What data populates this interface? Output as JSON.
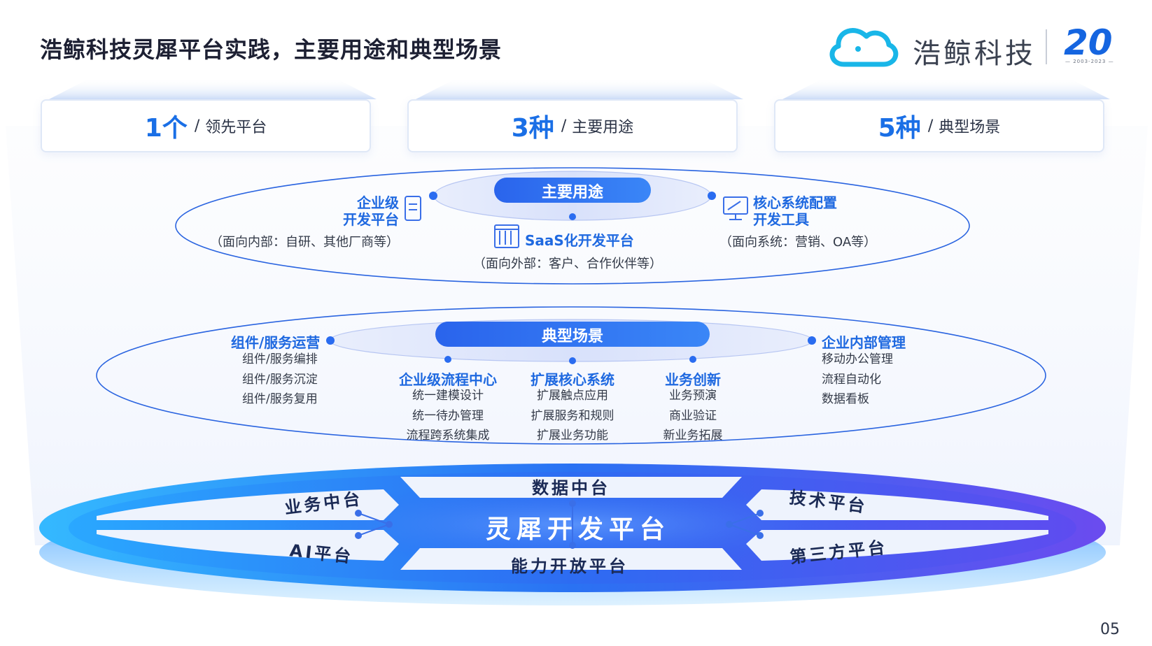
{
  "title": "浩鲸科技灵犀平台实践，主要用途和典型场景",
  "logo": {
    "company": "浩鲸科技",
    "anniversary": "20",
    "years": "— 2003-2023 —"
  },
  "stats": [
    {
      "num": "1个",
      "label": "领先平台"
    },
    {
      "num": "3种",
      "label": "主要用途"
    },
    {
      "num": "5种",
      "label": "典型场景"
    }
  ],
  "stat_separator": "/",
  "uses": {
    "pill": "主要用途",
    "items": [
      {
        "title_line1": "企业级",
        "title_line2": "开发平台",
        "desc": "（面向内部：自研、其他厂商等）",
        "icon": "tablet-icon"
      },
      {
        "title": "SaaS化开发平台",
        "desc": "（面向外部：客户、合作伙伴等）",
        "icon": "saas-icon"
      },
      {
        "title_line1": "核心系统配置",
        "title_line2": "开发工具",
        "desc": "（面向系统：营销、OA等）",
        "icon": "monitor-icon"
      }
    ]
  },
  "scenarios": {
    "pill": "典型场景",
    "items": [
      {
        "title": "组件/服务运营",
        "lines": [
          "组件/服务编排",
          "组件/服务沉淀",
          "组件/服务复用"
        ]
      },
      {
        "title": "企业级流程中心",
        "lines": [
          "统一建模设计",
          "统一待办管理",
          "流程跨系统集成"
        ]
      },
      {
        "title": "扩展核心系统",
        "lines": [
          "扩展触点应用",
          "扩展服务和规则",
          "扩展业务功能"
        ]
      },
      {
        "title": "业务创新",
        "lines": [
          "业务预演",
          "商业验证",
          "新业务拓展"
        ]
      },
      {
        "title": "企业内部管理",
        "lines": [
          "移动办公管理",
          "流程自动化",
          "数据看板"
        ]
      }
    ]
  },
  "platform": {
    "core": "灵犀开发平台",
    "top": "数据中台",
    "bottom": "能力开放平台",
    "left_top": "业务中台",
    "left_bottom": "AI平台",
    "right_top": "技术平台",
    "right_bottom": "第三方平台"
  },
  "page_number": "05",
  "colors": {
    "accent": "#1f69e0",
    "pill": "#2a6cf0",
    "platform_start": "#2fb4ff",
    "platform_end": "#6a4cf0"
  }
}
